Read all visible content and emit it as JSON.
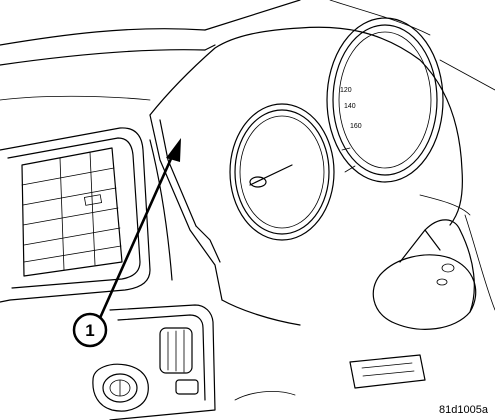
{
  "callout": {
    "number": "1"
  },
  "figure_id": "81d1005a",
  "speedometer": {
    "labels": [
      "120",
      "140",
      "160"
    ]
  },
  "colors": {
    "line": "#000000",
    "background": "#ffffff"
  }
}
